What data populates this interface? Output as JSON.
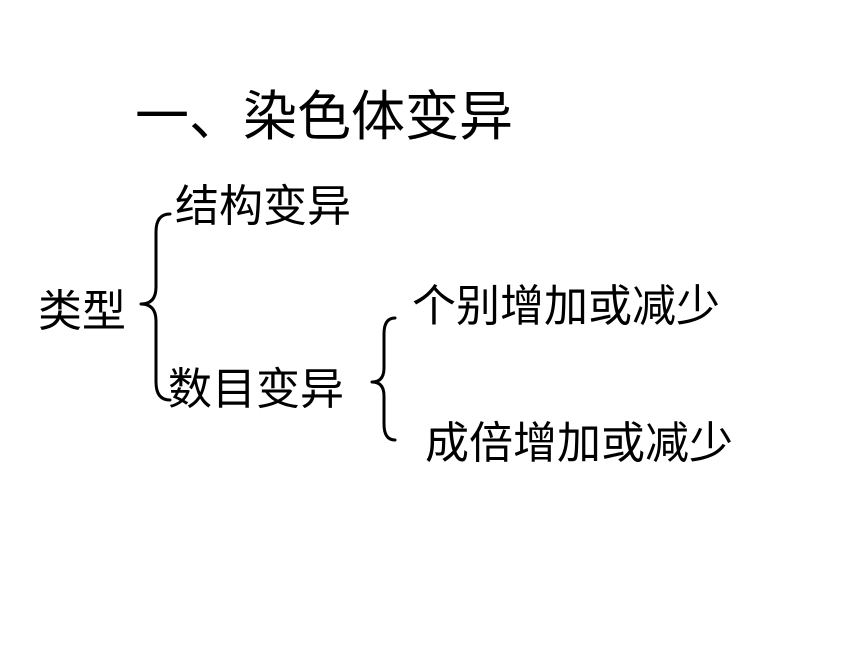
{
  "slide": {
    "title": "一、染色体变异",
    "root_label": "类型",
    "branches": [
      {
        "label": "结构变异"
      },
      {
        "label": "数目变异",
        "children": [
          {
            "label": "个别增加或减少"
          },
          {
            "label": "成倍增加或减少"
          }
        ]
      }
    ]
  },
  "colors": {
    "background": "#ffffff",
    "text": "#000000"
  }
}
